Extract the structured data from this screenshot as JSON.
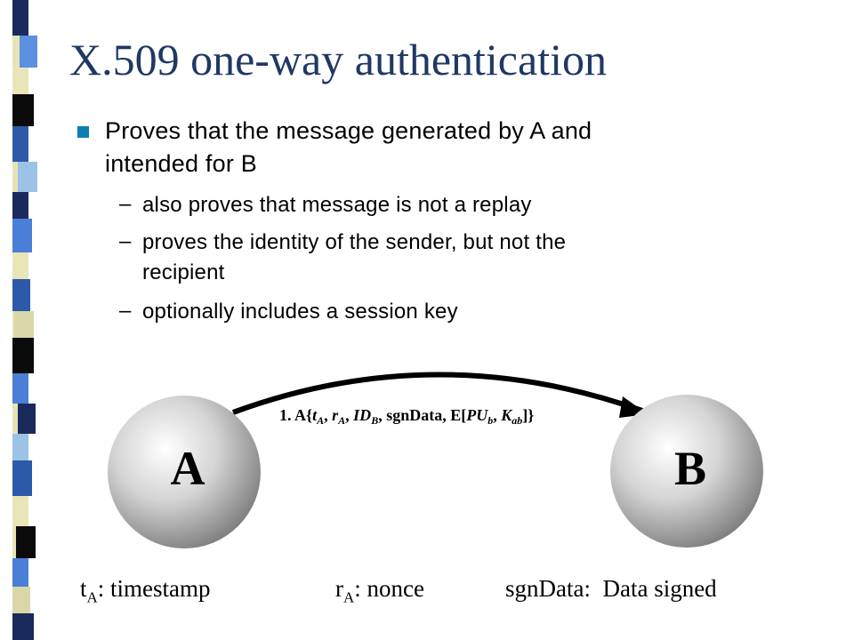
{
  "slide": {
    "title": "X.509 one-way authentication",
    "bullet": {
      "line1": "Proves that the message generated by A and",
      "line2": "intended for B"
    },
    "sub_bullets": [
      {
        "dash": "–",
        "lines": [
          "also proves that message is not a replay"
        ]
      },
      {
        "dash": "–",
        "lines": [
          "proves the identity of the sender, but not the",
          "recipient"
        ]
      },
      {
        "dash": "–",
        "lines": [
          "optionally includes a session key"
        ]
      }
    ]
  },
  "diagram": {
    "node_a": "A",
    "node_b": "B",
    "message": {
      "prefix": "1. A{",
      "t": "t",
      "t_sub": "A",
      "sep1": ", ",
      "r": "r",
      "r_sub": "A",
      "sep2": ", ",
      "id": "ID",
      "id_sub": "B",
      "sep3": ", sgnData, E[",
      "pu": "PU",
      "pu_sub": "b",
      "sep4": ", ",
      "k": "K",
      "k_sub": "ab",
      "suffix": "]}"
    }
  },
  "legend": {
    "timestamp": {
      "symbol": "t",
      "sub": "A",
      "text": ": timestamp"
    },
    "nonce": {
      "symbol": "r",
      "sub": "A",
      "text": ": nonce"
    },
    "sgndata": {
      "text": "sgnData:  Data signed"
    }
  },
  "colors": {
    "title": "#1f3864",
    "bullet": "#0a7fb7",
    "stripe": [
      "#1b2a5c",
      "#4a7fd8",
      "#e8e6b8",
      "#2c5aa8",
      "#0a0a0a",
      "#9cc2e6",
      "#d9d7a8"
    ]
  }
}
